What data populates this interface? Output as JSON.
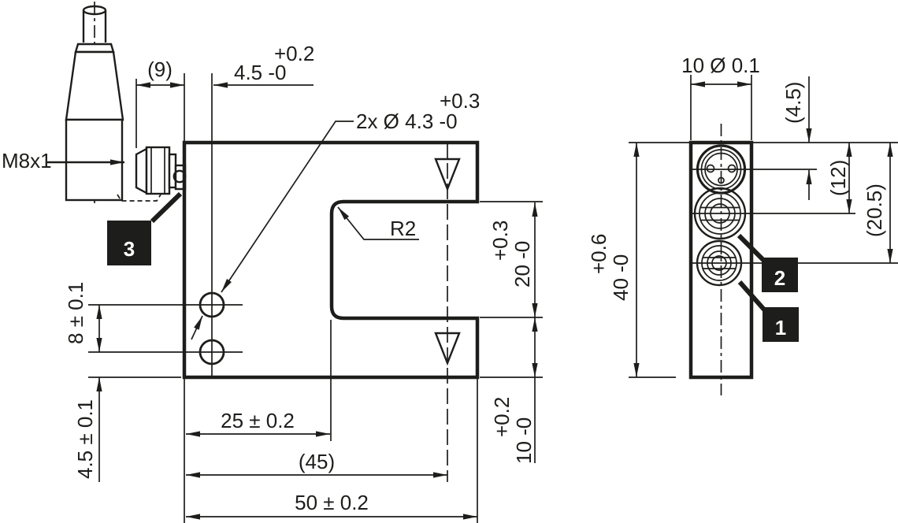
{
  "colors": {
    "ink": "#1d1d1b",
    "background": "#ffffff",
    "callout_bg": "#1d1d1b",
    "callout_fg": "#ffffff"
  },
  "front_view": {
    "connector_thread_label": "M8x1",
    "dim_connector_protrusion": "(9)",
    "dim_hole_axis_offset": {
      "plus": "+0.2",
      "main": "4.5 -0"
    },
    "dim_mounting_holes": {
      "plus": "+0.3",
      "main": "2x Ø 4.3 -0"
    },
    "radius_label": "R2",
    "dim_slot_width": {
      "plus": "+0.3",
      "main": "20 -0"
    },
    "dim_lower_arm": {
      "plus": "+0.2",
      "main": "10 -0"
    },
    "dim_hole_spacing": "8 ± 0.1",
    "dim_hole_to_bottom": "4.5 ± 0.1",
    "dim_slot_depth_x": "25 ± 0.2",
    "dim_optical_axis_x": "(45)",
    "dim_overall_width": "50 ± 0.2",
    "callout_connector": "3"
  },
  "side_view": {
    "dim_housing_depth": "10 Ø 0.1",
    "dim_connector_center": "(4.5)",
    "dim_adjuster_center": "(12)",
    "dim_indicator_center": "(20.5)",
    "dim_overall_height": {
      "plus": "+0.6",
      "main": "40 -0"
    },
    "callout_adjuster": "2",
    "callout_indicator": "1"
  }
}
